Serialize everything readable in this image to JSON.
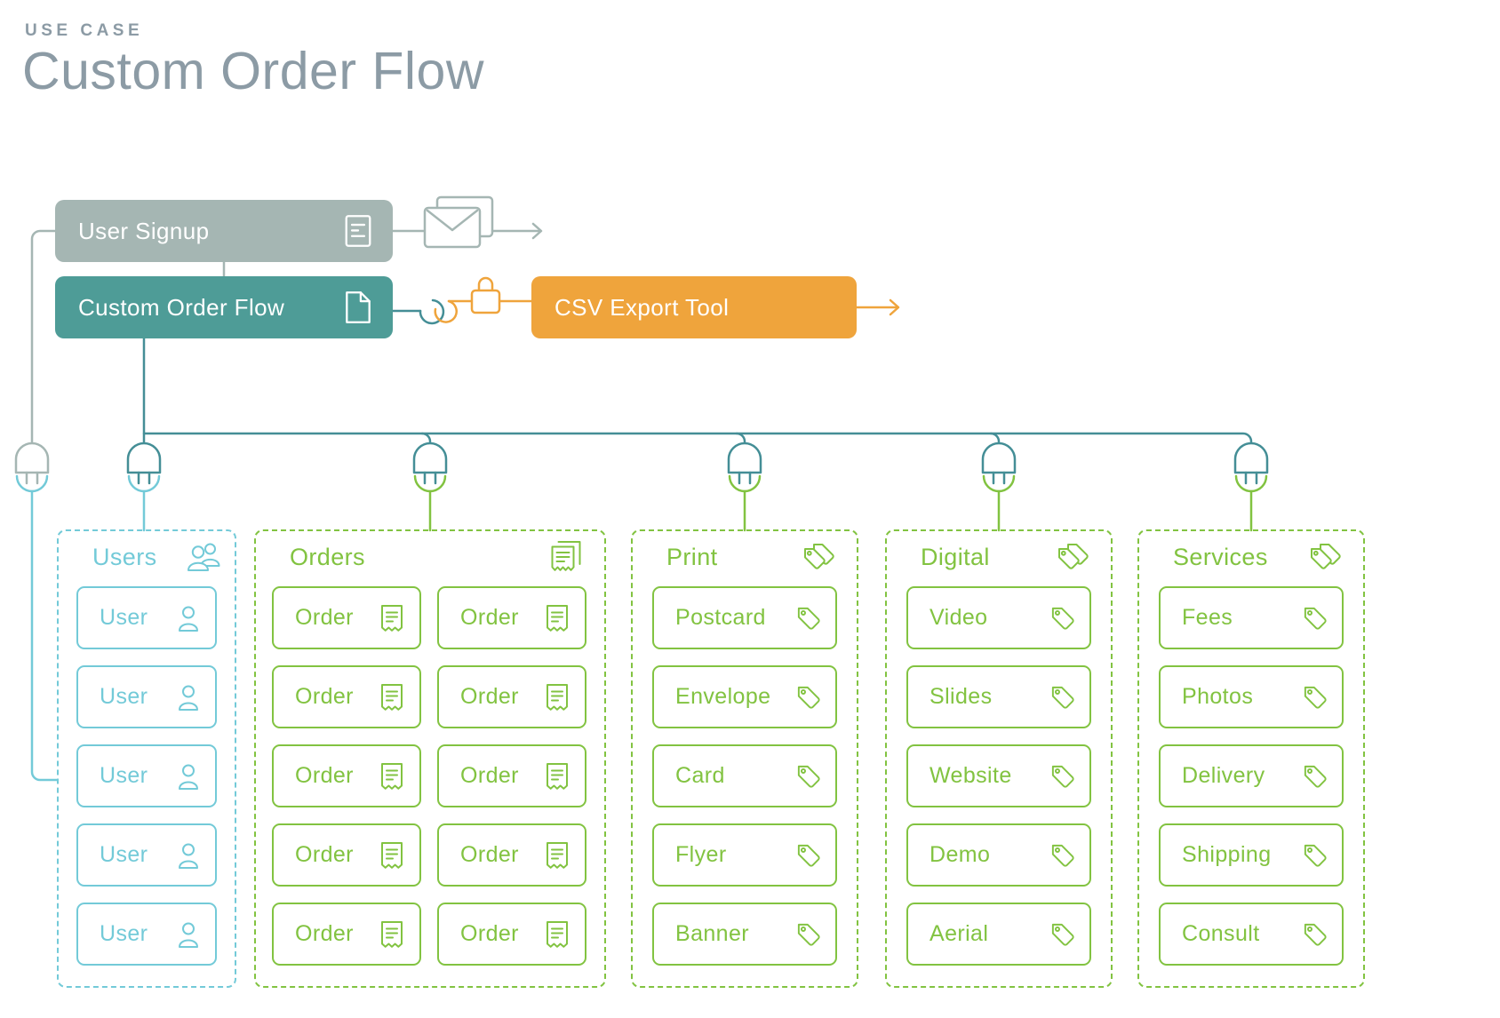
{
  "header": {
    "eyebrow": "USE CASE",
    "title": "Custom Order Flow"
  },
  "nodes": {
    "user_signup": {
      "label": "User Signup",
      "color": "#A5B6B3",
      "icon": "form-icon"
    },
    "custom_order_flow": {
      "label": "Custom Order Flow",
      "color": "#4E9C97",
      "icon": "page-icon"
    },
    "csv_export_tool": {
      "label": "CSV Export Tool",
      "color": "#EFA43C",
      "icon": null
    }
  },
  "connector_colors": {
    "gray_line": "#A5B6B3",
    "teal_line": "#448E96",
    "orange_line": "#EFA43C",
    "users_blue": "#73CAD8",
    "green": "#82C341"
  },
  "connector_icons": [
    "envelope-icon",
    "link-hooks-icon",
    "lock-icon",
    "plug-icon",
    "arrow-icon"
  ],
  "groups": [
    {
      "label": "Users",
      "color": "#73CAD8",
      "header_icon": "people-icon",
      "item_icon": "person-icon",
      "columns": 1,
      "items": [
        "User",
        "User",
        "User",
        "User",
        "User"
      ]
    },
    {
      "label": "Orders",
      "color": "#82C341",
      "header_icon": "receipts-icon",
      "item_icon": "receipt-icon",
      "columns": 2,
      "items": [
        "Order",
        "Order",
        "Order",
        "Order",
        "Order",
        "Order",
        "Order",
        "Order",
        "Order",
        "Order"
      ]
    },
    {
      "label": "Print",
      "color": "#82C341",
      "header_icon": "tags-icon",
      "item_icon": "tag-icon",
      "columns": 1,
      "items": [
        "Postcard",
        "Envelope",
        "Card",
        "Flyer",
        "Banner"
      ]
    },
    {
      "label": "Digital",
      "color": "#82C341",
      "header_icon": "tags-icon",
      "item_icon": "tag-icon",
      "columns": 1,
      "items": [
        "Video",
        "Slides",
        "Website",
        "Demo",
        "Aerial"
      ]
    },
    {
      "label": "Services",
      "color": "#82C341",
      "header_icon": "tags-icon",
      "item_icon": "tag-icon",
      "columns": 1,
      "items": [
        "Fees",
        "Photos",
        "Delivery",
        "Shipping",
        "Consult"
      ]
    }
  ]
}
